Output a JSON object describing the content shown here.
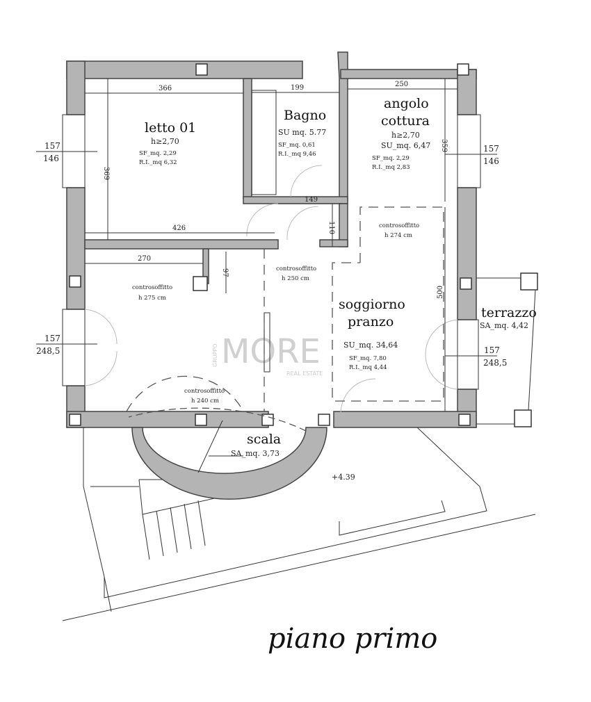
{
  "title": "piano primo",
  "watermark": {
    "brand": "MORE",
    "prefix": "GRUPPO",
    "suffix": "REAL ESTATE"
  },
  "elevation": "+4.39",
  "rooms": {
    "letto": {
      "name": "letto 01",
      "h": "h≥2,70",
      "sf": "SF_mq. 2,29",
      "ri": "R.I._mq 6,32"
    },
    "bagno": {
      "name": "Bagno",
      "su": "SU mq. 5.77",
      "sf": "SF_mq. 0,61",
      "ri": "R.I._mq 9,46"
    },
    "cottura": {
      "name1": "angolo",
      "name2": "cottura",
      "h": "h≥2,70",
      "su": "SU_mq. 6,47",
      "sf": "SF_mq. 2,29",
      "ri": "R.I._mq 2,83"
    },
    "soggiorno": {
      "name1": "soggiorno",
      "name2": "pranzo",
      "su": "SU_mq. 34,64",
      "sf": "SF_mq. 7,80",
      "ri": "R.I._mq 4,44"
    },
    "terrazzo": {
      "name": "terrazzo",
      "sa": "SA_mq. 4,42"
    },
    "scala": {
      "name": "scala",
      "sa": "SA_mq. 3,73"
    }
  },
  "ceilings": [
    {
      "label": "controsoffitto",
      "h": "h 274 cm"
    },
    {
      "label": "controsoffitto",
      "h": "h 250 cm"
    },
    {
      "label": "controsoffitto",
      "h": "h 275 cm"
    },
    {
      "label": "controsoffitto",
      "h": "h 240 cm"
    }
  ],
  "dimensions": {
    "d366": "366",
    "d199": "199",
    "d250": "250",
    "d369": "369",
    "d359": "359",
    "d426": "426",
    "d149": "149",
    "d110": "110",
    "d270": "270",
    "d97": "97",
    "d500": "500"
  },
  "windows": [
    {
      "top": "157",
      "bottom": "146"
    },
    {
      "top": "157",
      "bottom": "146"
    },
    {
      "top": "157",
      "bottom": "248,5"
    },
    {
      "top": "157",
      "bottom": "248,5"
    }
  ]
}
